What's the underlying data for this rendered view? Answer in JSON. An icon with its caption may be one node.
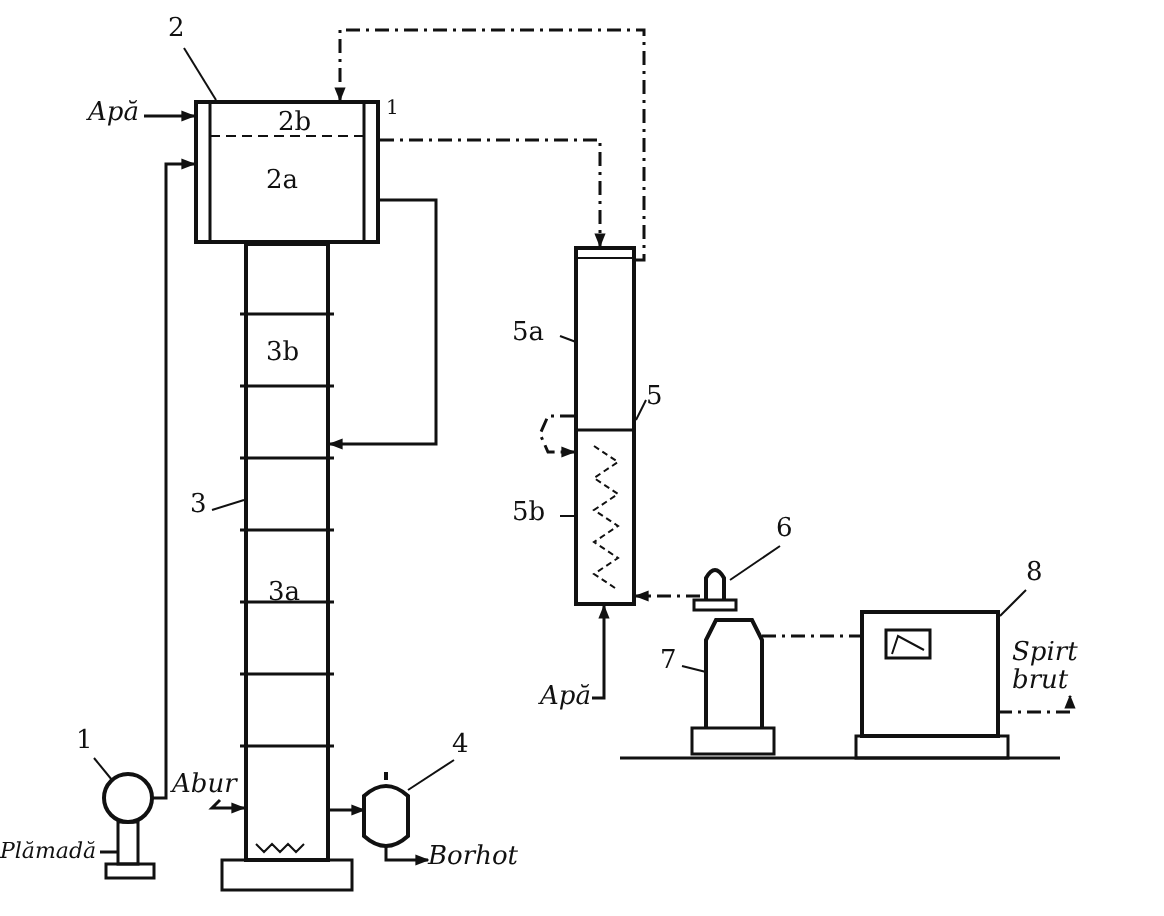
{
  "diagram": {
    "nodes": [
      {
        "text": [
          "2"
        ]
      },
      {
        "text": [
          "2b",
          "2a"
        ]
      },
      {
        "text": [
          "3"
        ]
      },
      {
        "text": [
          "3b",
          "3a"
        ]
      },
      {
        "text": [
          "1"
        ]
      },
      {
        "text": [],
        "shape": "circle"
      },
      {
        "text": [
          "Plămadă"
        ]
      },
      {
        "text": [
          "Abur"
        ]
      },
      {
        "text": [
          "4"
        ]
      },
      {
        "text": [],
        "shape": "cylinder"
      },
      {
        "text": [
          "Borhot"
        ]
      },
      {
        "text": [
          "Apă"
        ]
      },
      {
        "text": [],
        "shape": "box"
      },
      {
        "text": [
          "5"
        ]
      },
      {
        "text": [
          "5a"
        ]
      },
      {
        "text": [
          "5b"
        ]
      },
      {
        "text": [
          "Apă"
        ]
      },
      {
        "text": [
          "6"
        ]
      },
      {
        "text": [],
        "shape": "box"
      },
      {
        "text": [
          "7"
        ]
      },
      {
        "text": [],
        "shape": "bottle"
      },
      {
        "text": [
          "8"
        ]
      },
      {
        "text": [],
        "shape": "box"
      },
      {
        "text": [
          "Spirt brut"
        ]
      }
    ],
    "edges": [
      {
        "from": 6,
        "to": 5,
        "arrow": "none"
      },
      {
        "from": 5,
        "to": 1,
        "arrow": "to"
      },
      {
        "from": 7,
        "to": 3,
        "arrow": "to"
      },
      {
        "from": 3,
        "to": 9,
        "arrow": "to"
      },
      {
        "from": 9,
        "to": 10,
        "arrow": "to"
      },
      {
        "from": 11,
        "to": 1,
        "arrow": "to"
      },
      {
        "from": 1,
        "to": 12,
        "arrow": "to",
        "style": "dashed"
      },
      {
        "from": 12,
        "to": 1,
        "arrow": "to",
        "style": "dashed"
      },
      {
        "from": 1,
        "to": 3,
        "arrow": "to"
      },
      {
        "from": 12,
        "to": 12,
        "arrow": "to",
        "style": "dashed"
      },
      {
        "from": 16,
        "to": 12,
        "arrow": "to"
      },
      {
        "from": 18,
        "to": 12,
        "arrow": "to",
        "style": "dashed"
      },
      {
        "from": 20,
        "to": 22,
        "arrow": "none",
        "style": "dashed"
      },
      {
        "from": 22,
        "to": 23,
        "arrow": "to",
        "style": "dashed"
      },
      {
        "from": 0,
        "to": 1,
        "arrow": "none"
      },
      {
        "from": 2,
        "to": 3,
        "arrow": "none"
      },
      {
        "from": 4,
        "to": 5,
        "arrow": "none"
      },
      {
        "from": 8,
        "to": 9,
        "arrow": "none"
      },
      {
        "from": 13,
        "to": 12,
        "arrow": "none"
      },
      {
        "from": 14,
        "to": 12,
        "arrow": "none"
      },
      {
        "from": 15,
        "to": 12,
        "arrow": "none"
      },
      {
        "from": 17,
        "to": 18,
        "arrow": "none"
      },
      {
        "from": 19,
        "to": 20,
        "arrow": "none"
      },
      {
        "from": 21,
        "to": 22,
        "arrow": "none"
      }
    ],
    "labels": [
      "1"
    ]
  }
}
